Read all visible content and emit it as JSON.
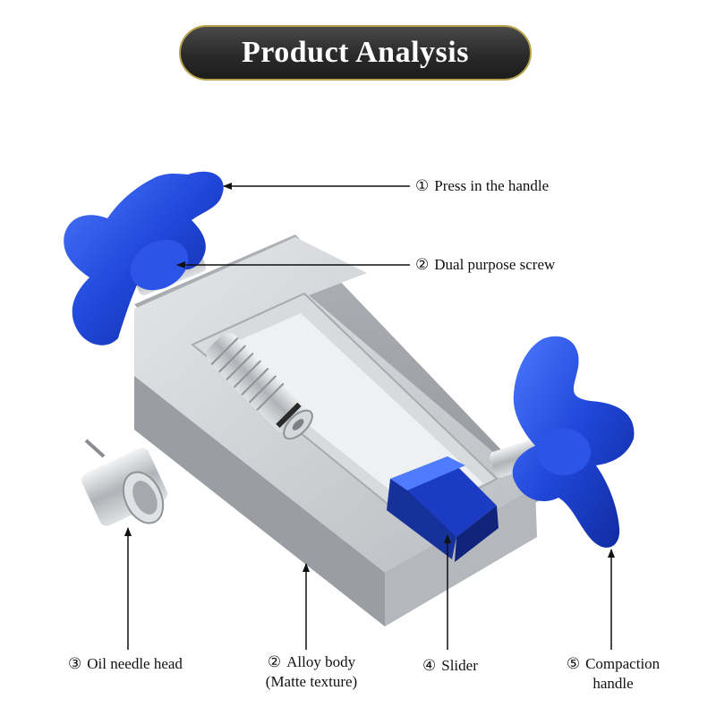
{
  "title": "Product Analysis",
  "colors": {
    "title_bg": "#2a2a2a",
    "title_border": "#b8a24a",
    "knob_blue": "#1f46d8",
    "alloy": "#c8cacd"
  },
  "labels": {
    "press_handle": {
      "num": "①",
      "text": "Press in the handle"
    },
    "dual_screw": {
      "num": "②",
      "text": "Dual purpose screw"
    },
    "oil_needle": {
      "num": "③",
      "text": "Oil needle head"
    },
    "alloy_body": {
      "num": "②",
      "text": "Alloy body",
      "sub": "(Matte texture)"
    },
    "slider": {
      "num": "④",
      "text": "Slider"
    },
    "compaction": {
      "num": "⑤",
      "text": "Compaction",
      "sub": "handle"
    }
  }
}
